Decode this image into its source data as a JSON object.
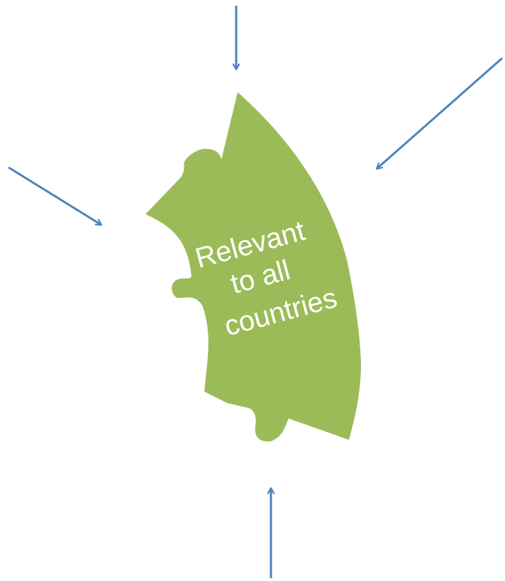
{
  "diagram": {
    "piece": {
      "label_lines": [
        "Relevant",
        "to all",
        "countries"
      ],
      "fill_color": "#9bbb59",
      "text_color": "#ffffff"
    },
    "arrow_color": "#4f81bd"
  }
}
